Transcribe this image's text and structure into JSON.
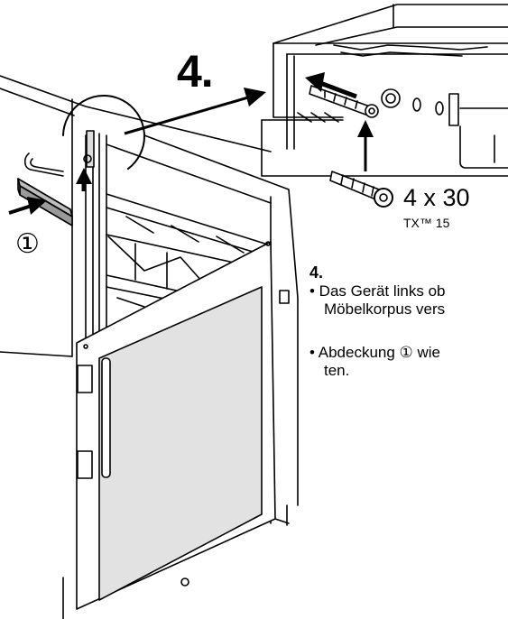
{
  "header": {
    "step_number_large": "4."
  },
  "screw": {
    "size": "4 x 30",
    "drive": "TX™ 15"
  },
  "callout": {
    "marker": "①"
  },
  "instructions": {
    "step_number": "4.",
    "bullets": [
      {
        "line1": "• Das Gerät links ob",
        "line2": "Möbelkorpus vers"
      },
      {
        "line1": "• Abdeckung ①  wie",
        "line2": "ten."
      }
    ]
  }
}
